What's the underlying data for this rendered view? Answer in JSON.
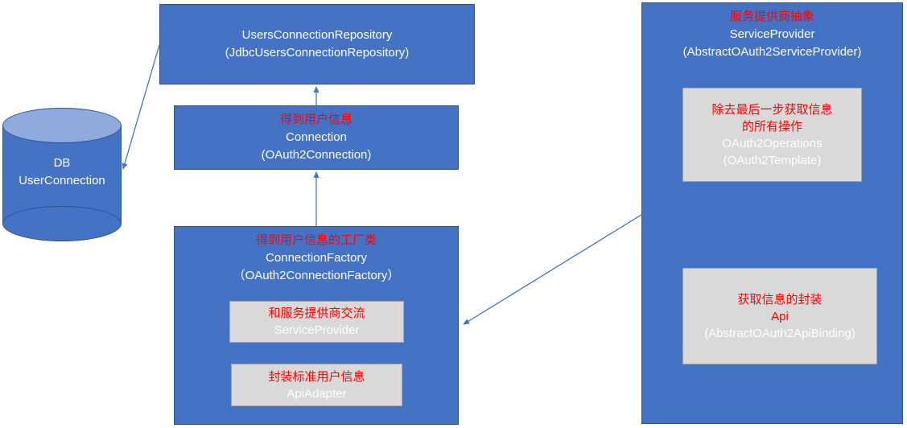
{
  "diagram": {
    "db": {
      "line1": "DB",
      "line2": "UserConnection"
    },
    "repository": {
      "title": "UsersConnectionRepository",
      "subtitle": "(JdbcUsersConnectionRepository)"
    },
    "connection": {
      "note": "得到用户信息",
      "title": "Connection",
      "subtitle": "(OAuth2Connection)"
    },
    "connection_factory": {
      "note": "得到用户信息的工厂类",
      "title": "ConnectionFactory",
      "subtitle": "（OAuth2ConnectionFactory）",
      "children": [
        {
          "note": "和服务提供商交流",
          "title": "ServiceProvider"
        },
        {
          "note": "封装标准用户信息",
          "title": "ApiAdapter"
        }
      ]
    },
    "service_provider": {
      "note": "服务提供商抽象",
      "title": "ServiceProvider",
      "subtitle": "(AbstractOAuth2ServiceProvider)",
      "children": [
        {
          "note_line1": "除去最后一步获取信息",
          "note_line2": "的所有操作",
          "title": "OAuth2Operations",
          "subtitle": "(OAuth2Template)"
        },
        {
          "note": "获取信息的封装",
          "title": "Api",
          "subtitle": "(AbstractOAuth2ApiBinding)"
        }
      ]
    },
    "colors": {
      "box_blue": "#4472C4",
      "box_border": "#2F528F",
      "cylinder_top": "#8FAADC",
      "gray_fill": "#D9D9D9",
      "gray_border": "#A6A6A6",
      "note_red": "#FF0000",
      "text_white": "#FFFFFF"
    }
  }
}
